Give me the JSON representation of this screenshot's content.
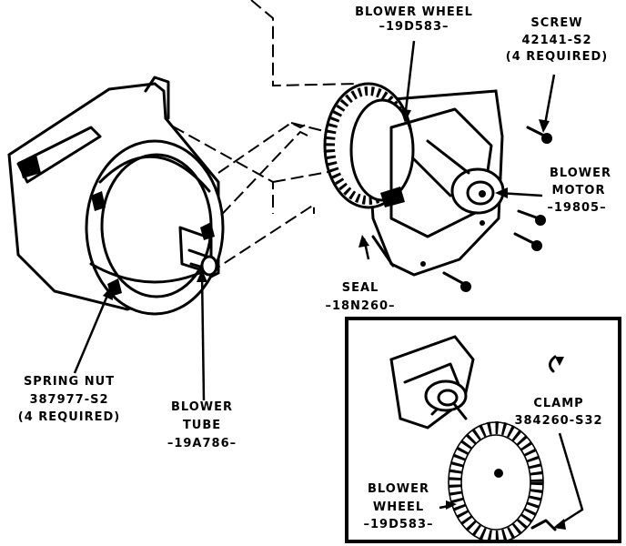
{
  "labels": {
    "blower_wheel_top": {
      "line1": "BLOWER WHEEL",
      "line2": "–19D583–"
    },
    "screw": {
      "line1": "SCREW",
      "line2": "42141-S2",
      "line3": "(4 REQUIRED)"
    },
    "blower_motor": {
      "line1": "BLOWER",
      "line2": "MOTOR",
      "line3": "–19805–"
    },
    "seal": {
      "line1": "SEAL",
      "line2": "–18N260–"
    },
    "spring_nut": {
      "line1": "SPRING NUT",
      "line2": "387977-S2",
      "line3": "(4 REQUIRED)"
    },
    "blower_tube": {
      "line1": "BLOWER",
      "line2": "TUBE",
      "line3": "–19A786–"
    },
    "clamp": {
      "line1": "CLAMP",
      "line2": "384260-S32"
    },
    "blower_wheel_inset": {
      "line1": "BLOWER",
      "line2": "WHEEL",
      "line3": "–19D583–"
    }
  }
}
